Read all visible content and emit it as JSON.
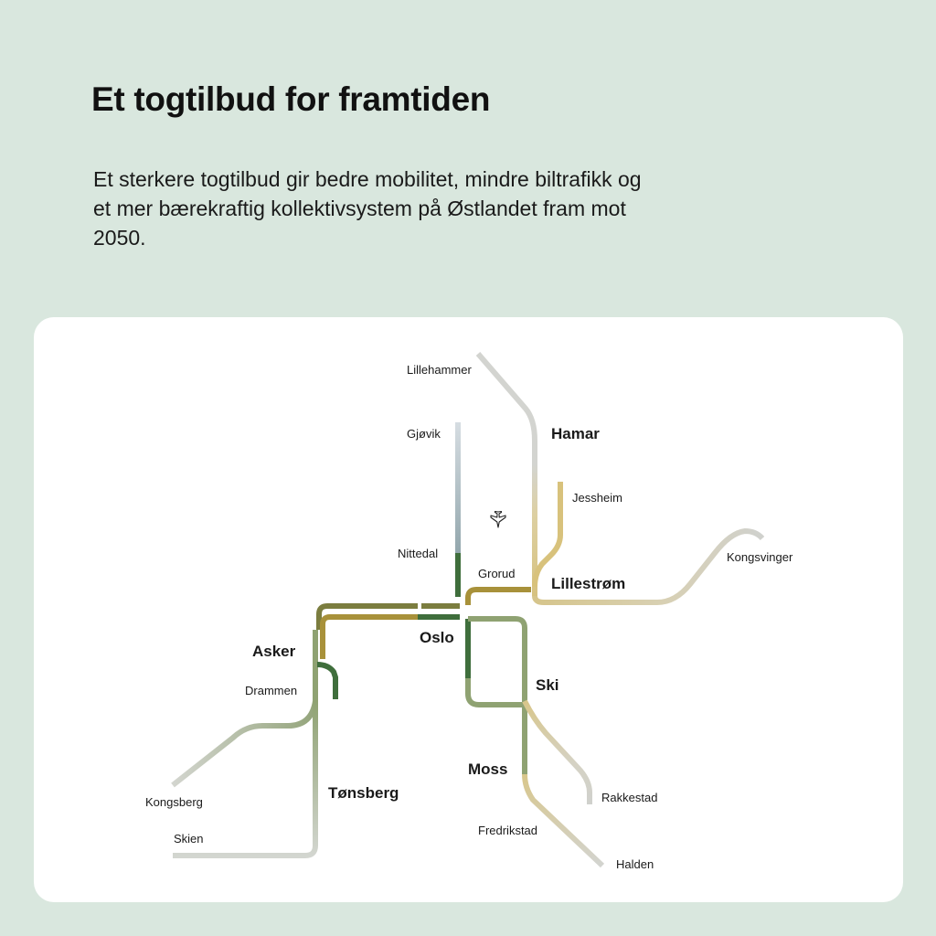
{
  "header": {
    "title": "Et togtilbud for framtiden",
    "subtitle": "Et sterkere togtilbud gir bedre mobilitet, mindre biltrafikk og et mer bærekraftig kollektivsystem på Østlandet fram mot 2050."
  },
  "map": {
    "icons": [
      "airplane-icon"
    ],
    "colors": {
      "background": "#d9e7de",
      "card": "#ffffff",
      "dark_green": "#3f6e3c",
      "olive": "#7b7d3f",
      "gold": "#a8913a",
      "sage": "#8fa272",
      "sand": "#d8c68a",
      "grey": "#cfd2cc",
      "blue_grey": "#aebbc0"
    },
    "stations": {
      "lillehammer": "Lillehammer",
      "hamar": "Hamar",
      "gjovik": "Gjøvik",
      "jessheim": "Jessheim",
      "nittedal": "Nittedal",
      "grorud": "Grorud",
      "lillestrom": "Lillestrøm",
      "kongsvinger": "Kongsvinger",
      "oslo": "Oslo",
      "asker": "Asker",
      "drammen": "Drammen",
      "ski": "Ski",
      "moss": "Moss",
      "tonsberg": "Tønsberg",
      "kongsberg": "Kongsberg",
      "skien": "Skien",
      "rakkestad": "Rakkestad",
      "fredrikstad": "Fredrikstad",
      "halden": "Halden"
    }
  }
}
